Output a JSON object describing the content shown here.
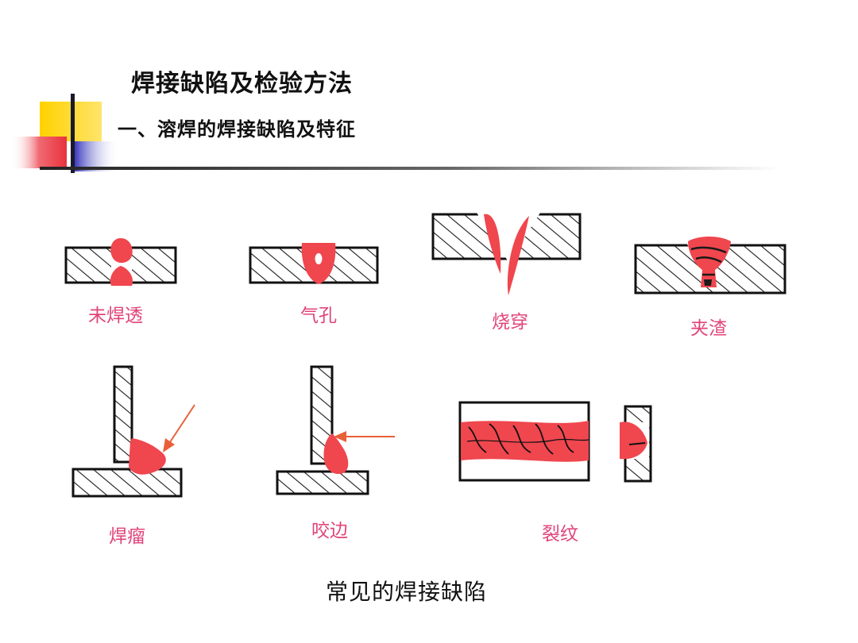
{
  "slide": {
    "title": "焊接缺陷及检验方法",
    "subtitle": "一、溶焊的焊接缺陷及特征",
    "caption": "常见的焊接缺陷"
  },
  "defects": [
    {
      "label": "未焊透"
    },
    {
      "label": "气孔"
    },
    {
      "label": "烧穿"
    },
    {
      "label": "夹渣"
    },
    {
      "label": "焊瘤"
    },
    {
      "label": "咬边"
    },
    {
      "label": "裂纹"
    }
  ],
  "colors": {
    "weld": "#f0464e",
    "label": "#e0457b",
    "hatch": "#1a1a1a",
    "accent_yellow": "#ffd200",
    "accent_blue": "#2d2bb8",
    "accent_red": "#e8323c"
  }
}
